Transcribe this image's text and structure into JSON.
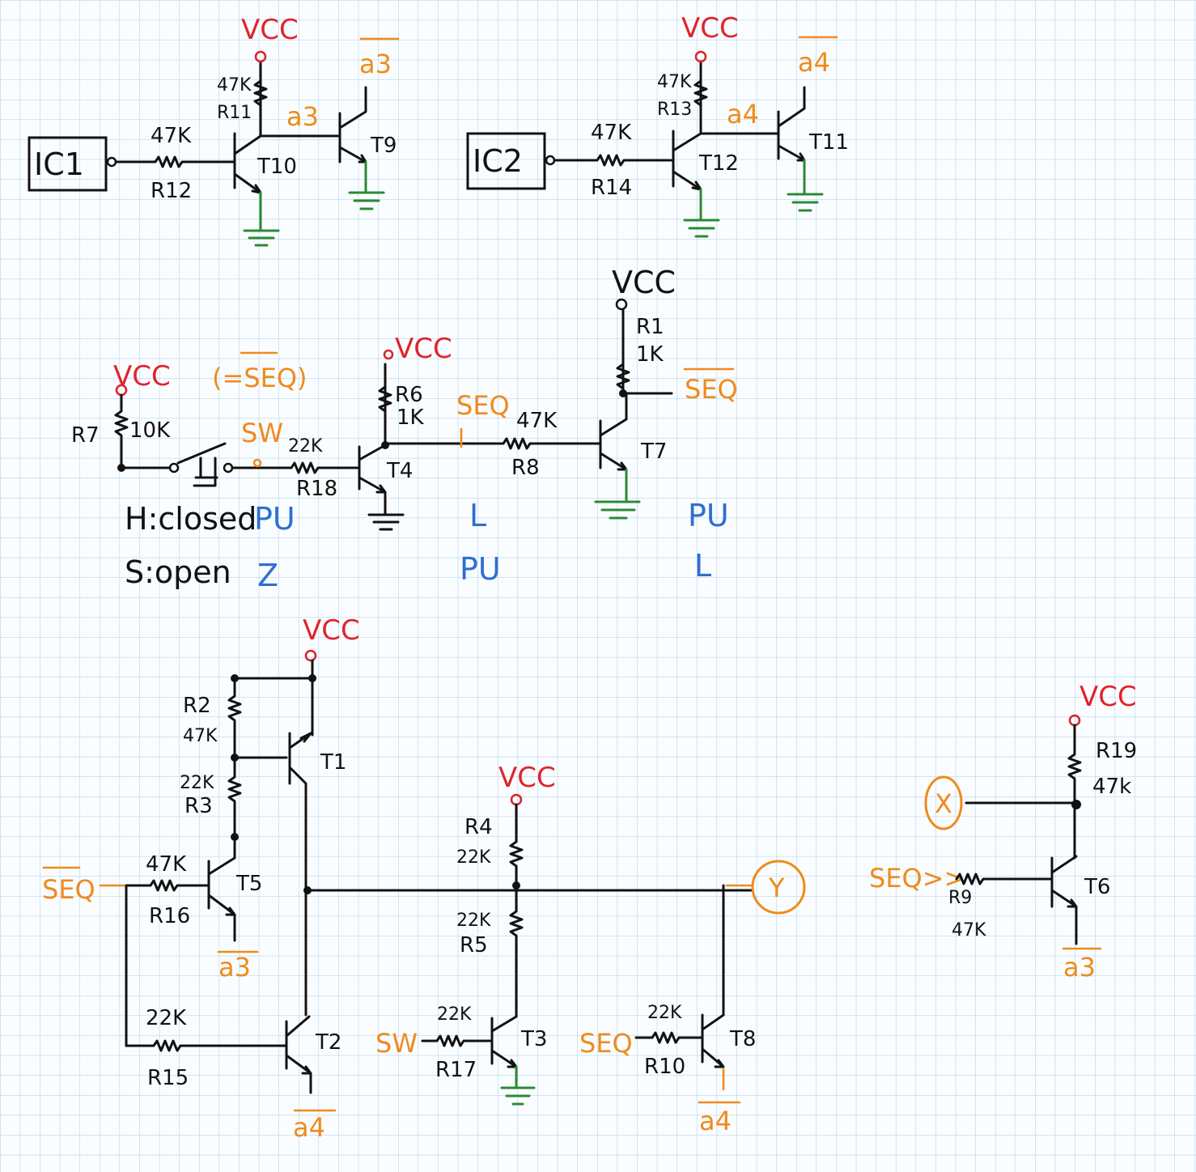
{
  "supply": "VCC",
  "ic": [
    "IC1",
    "IC2"
  ],
  "transistors": {
    "t1": "T1",
    "t2": "T2",
    "t3": "T3",
    "t4": "T4",
    "t5": "T5",
    "t6": "T6",
    "t7": "T7",
    "t8": "T8",
    "t9": "T9",
    "t10": "T10",
    "t11": "T11",
    "t12": "T12"
  },
  "resistors": {
    "r1": "R1",
    "r2": "R2",
    "r3": "R3",
    "r4": "R4",
    "r5": "R5",
    "r6": "R6",
    "r7": "R7",
    "r8": "R8",
    "r9": "R9",
    "r10": "R10",
    "r11": "R11",
    "r12": "R12",
    "r13": "R13",
    "r14": "R14",
    "r15": "R15",
    "r16": "R16",
    "r17": "R17",
    "r18": "R18",
    "r19": "R19"
  },
  "values": {
    "k1": "1K",
    "k10": "10K",
    "k22": "22K",
    "k47": "47K",
    "k47l": "47k"
  },
  "signals": {
    "a3": "a3",
    "a4": "a4",
    "seq": "SEQ",
    "seq_eq": "(=SEQ)",
    "sw": "SW",
    "x": "X",
    "y": "Y",
    "seq_in": "SEQ>>"
  },
  "truth": {
    "h_closed": "H:closed",
    "s_open": "S:open",
    "pu": "PU",
    "z": "Z",
    "l": "L"
  },
  "colors": {
    "supply": "#e0242c",
    "signal": "#f08a1c",
    "ground": "#2a8a34",
    "state": "#2f6fd0",
    "ink": "#111111"
  }
}
